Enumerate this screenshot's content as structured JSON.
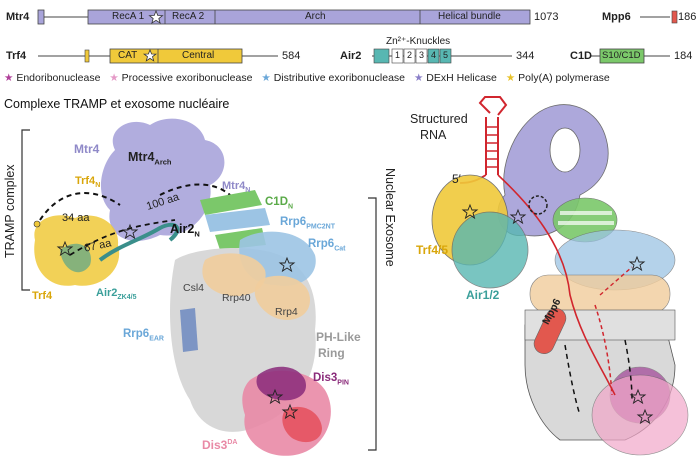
{
  "domain_bars": {
    "mtr4": {
      "name": "Mtr4",
      "end": "1073",
      "domains": [
        "RecA 1",
        "RecA 2",
        "Arch",
        "Helical bundle"
      ]
    },
    "mpp6": {
      "name": "Mpp6",
      "end": "186"
    },
    "trf4": {
      "name": "Trf4",
      "end": "584",
      "domains": [
        "CAT",
        "Central"
      ]
    },
    "air2": {
      "name": "Air2",
      "end": "344",
      "knuckles_title": "Zn²⁺-Knuckles",
      "knuckles": [
        "1",
        "2",
        "3",
        "4",
        "5"
      ]
    },
    "c1d": {
      "name": "C1D",
      "domain": "S10/C1D",
      "end": "184"
    }
  },
  "legend": [
    {
      "label": "Endoribonuclease",
      "color": "#b0409a"
    },
    {
      "label": "Processive exoribonuclease",
      "color": "#e59ac7"
    },
    {
      "label": "Distributive exoribonuclease",
      "color": "#6aa7d8"
    },
    {
      "label": "DExH Helicase",
      "color": "#8b80c9"
    },
    {
      "label": "Poly(A) polymerase",
      "color": "#e8c22a"
    }
  ],
  "section_title": "Complexe TRAMP et exosome nucléaire",
  "structure_labels": {
    "tramp_complex": "TRAMP complex",
    "nuclear_exosome": "Nuclear Exosome",
    "mtr4": "Mtr4",
    "mtr4_arch": "Mtr4",
    "mtr4_arch_sub": "Arch",
    "mtr4_n": "Mtr4",
    "mtr4_n_sub": "N",
    "trf4_n": "Trf4",
    "trf4_n_sub": "N",
    "aa34": "34 aa",
    "aa67": "67 aa",
    "aa100": "100 aa",
    "air2_n": "Air2",
    "air2_n_sub": "N",
    "c1d_n": "C1D",
    "c1d_n_sub": "N",
    "rrp6_pmc2nt": "Rrp6",
    "rrp6_pmc2nt_sub": "PMC2NT",
    "rrp6_cat": "Rrp6",
    "rrp6_cat_sub": "Cat",
    "trf4": "Trf4",
    "air2_zk": "Air2",
    "air2_zk_sub": "ZK4/5",
    "csl4": "Csl4",
    "rrp40": "Rrp40",
    "rrp4": "Rrp4",
    "rrp6_ear": "Rrp6",
    "rrp6_ear_sub": "EAR",
    "ph_like_ring_1": "PH-Like",
    "ph_like_ring_2": "Ring",
    "dis3_pin": "Dis3",
    "dis3_pin_sub": "PIN",
    "dis3_da": "Dis3",
    "dis3_da_sub": "DA"
  },
  "schematic_labels": {
    "structured_rna_1": "Structured",
    "structured_rna_2": "RNA",
    "five_prime": "5′",
    "trf45": "Trf4/5",
    "air12": "Air1/2",
    "mpp6": "Mpp6"
  },
  "colors": {
    "mtr4": "#a9a4da",
    "trf4": "#f0c93a",
    "air2": "#58b7b2",
    "c1d": "#7bc86a",
    "rrp6": "#9cc4e4",
    "dis3": "#e98aa6",
    "mpp6": "#e2584e",
    "rna": "#d1262e"
  }
}
